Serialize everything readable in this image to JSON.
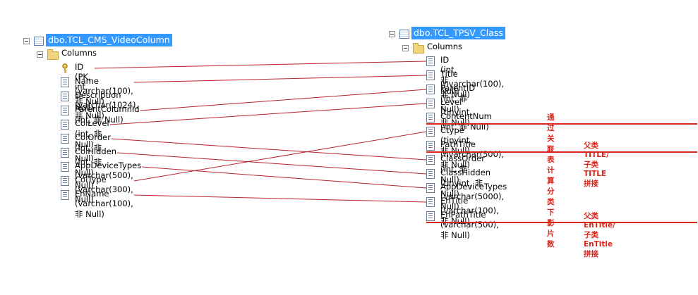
{
  "left_table": {
    "name": "dbo.TCL_CMS_VideoColumn",
    "folder": "Columns",
    "columns": [
      {
        "text": "ID (PK, int, 非 Null)",
        "key": true
      },
      {
        "text": "Name (varchar(100), 非 Null)",
        "key": false
      },
      {
        "text": "Description (varchar(1024), 非 Null)",
        "key": false
      },
      {
        "text": "ParentColumnId (int, 非 Null)",
        "key": false
      },
      {
        "text": "ColLevel (int, 非 Null)",
        "key": false
      },
      {
        "text": "ColOrder (int, 非 Null)",
        "key": false
      },
      {
        "text": "ColHidden (int, 非 Null)",
        "key": false
      },
      {
        "text": "AppDeviceTypes (varchar(500), Null)",
        "key": false
      },
      {
        "text": "ColType (varchar(300), Null)",
        "key": false
      },
      {
        "text": "EnName (varchar(100), 非 Null)",
        "key": false
      }
    ]
  },
  "right_table": {
    "name": "dbo.TCL_TPSV_Class",
    "folder": "Columns",
    "columns": [
      {
        "text": "ID (int, 非 Null)"
      },
      {
        "text": "Title (nvarchar(100), 非 Null)"
      },
      {
        "text": "ParentID (int, 非 Null)"
      },
      {
        "text": "Level (tinyint, 非 Null)"
      },
      {
        "text": "ContentNum (int, 非 Null)"
      },
      {
        "text": "Ctype (tinyint, 非 Null)"
      },
      {
        "text": "PathTitle (nvarchar(500), 非 Null)"
      },
      {
        "text": "ClassOrder (int, 非 Null)"
      },
      {
        "text": "ClassHidden (tinyint, 非 Null)"
      },
      {
        "text": "AppDeviceTypes (varchar(5000), Null)"
      },
      {
        "text": "EnTitle (varchar(100), 非 Null)"
      },
      {
        "text": "EnPathTitle (varchar(500), 非 Null)"
      }
    ]
  },
  "notes": {
    "content_num": "通过关联表计算分类下影片数",
    "path_title": "父类TITLE/子类TITLE 拼接",
    "en_path_title": "父类EnTitle/子类EnTitle拼接"
  },
  "mappings": [
    [
      0,
      0
    ],
    [
      1,
      1
    ],
    [
      3,
      2
    ],
    [
      4,
      3
    ],
    [
      5,
      7
    ],
    [
      6,
      8
    ],
    [
      7,
      9
    ],
    [
      8,
      5
    ],
    [
      9,
      10
    ]
  ],
  "colors": {
    "link": "#b8232f",
    "underline": "#d9261c",
    "highlight": "#3399ff"
  }
}
